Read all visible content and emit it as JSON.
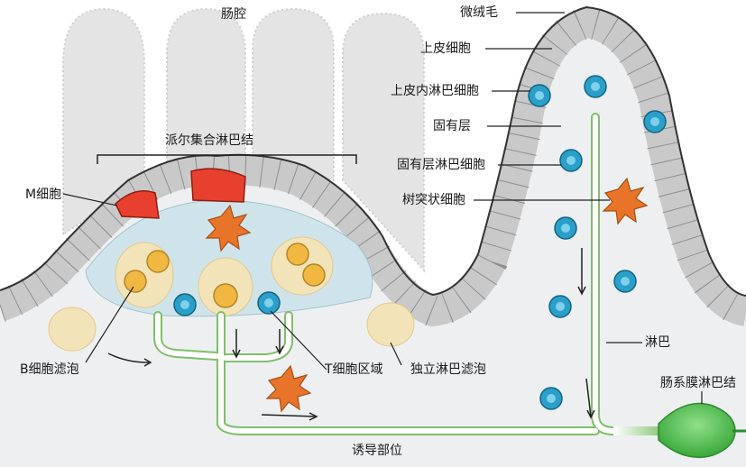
{
  "labels": {
    "lumen": "肠腔",
    "microvilli": "微绒毛",
    "epithelial_cell": "上皮细胞",
    "iel": "上皮内淋巴细胞",
    "lamina_propria": "固有层",
    "lp_lymphocyte": "固有层淋巴细胞",
    "dendritic_cell": "树突状细胞",
    "peyers_patch": "派尔集合淋巴结",
    "m_cell": "M细胞",
    "b_follicle": "B细胞滤泡",
    "t_zone": "T细胞区域",
    "isolated_follicle": "独立淋巴滤泡",
    "lymph": "淋巴",
    "mesenteric_ln": "肠系膜淋巴结",
    "inductive_site": "诱导部位"
  },
  "colors": {
    "epithelium": "#c9c9c9",
    "lumen_villi": "#e6e6e6",
    "lamina_propria": "#eeeff0",
    "dome": "#cfe3ea",
    "m_cell": "#e8402e",
    "follicle": "#f3e3b8",
    "b_cell": "#f0b840",
    "lymphocyte": "#2a9fc9",
    "dendritic_cell": "#e8742a",
    "lymph_vessel": "#7fbf6a",
    "lymph_node": "#4cc54a"
  }
}
